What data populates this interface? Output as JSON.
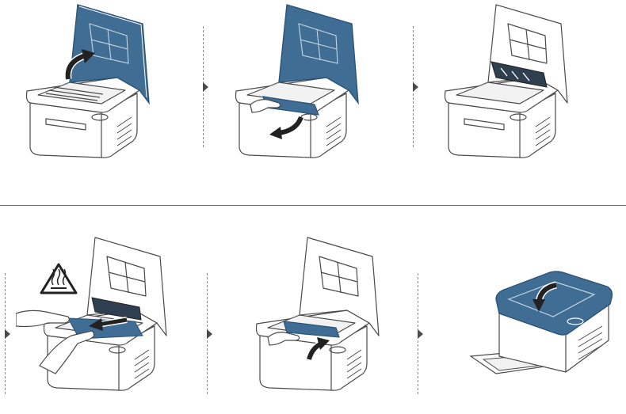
{
  "figure": {
    "rows": 2,
    "steps_per_row": 3,
    "colors": {
      "accent": "#3f6d93",
      "accent_dark": "#2c5476",
      "outline": "#4a4a4a",
      "body": "#ffffff",
      "separator": "#8a8a8a",
      "divider": "#6d6d6d"
    },
    "steps": [
      {
        "id": 1,
        "icon": "printer-cover-open-icon"
      },
      {
        "id": 2,
        "icon": "toner-cartridge-remove-icon"
      },
      {
        "id": 3,
        "icon": "paper-exit-open-icon"
      },
      {
        "id": 4,
        "icon": "jammed-paper-pull-icon",
        "warning_icon": "hot-surface-warning-icon"
      },
      {
        "id": 5,
        "icon": "toner-cartridge-insert-icon"
      },
      {
        "id": 6,
        "icon": "printer-cover-close-icon"
      }
    ]
  }
}
